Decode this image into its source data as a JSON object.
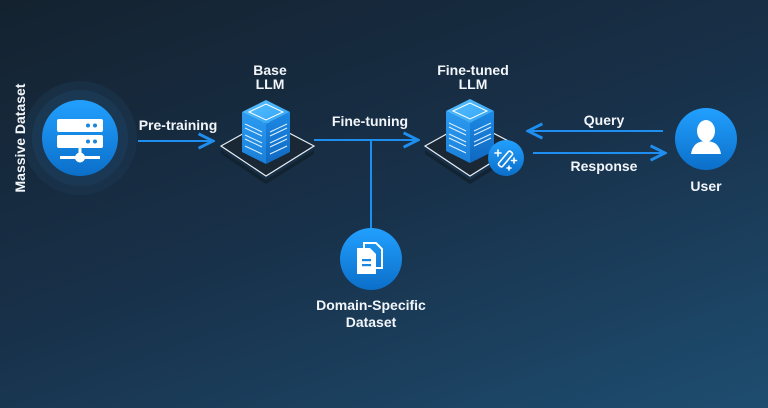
{
  "diagram": {
    "nodes": {
      "massive_dataset": {
        "label": "Massive Dataset",
        "icon": "server-network-icon"
      },
      "base_llm": {
        "label_line1": "Base",
        "label_line2": "LLM",
        "icon": "server-stack-icon"
      },
      "fine_tuned_llm": {
        "label_line1": "Fine-tuned",
        "label_line2": "LLM",
        "icon": "server-stack-icon",
        "badge_icon": "magic-wand-icon"
      },
      "domain_dataset": {
        "label_line1": "Domain-Specific",
        "label_line2": "Dataset",
        "icon": "documents-icon"
      },
      "user": {
        "label": "User",
        "icon": "user-icon"
      }
    },
    "edges": {
      "pretraining": "Pre-training",
      "finetuning": "Fine-tuning",
      "query": "Query",
      "response": "Response"
    },
    "colors": {
      "accent": "#1e8ff0",
      "accent_light": "#4fb1ff",
      "background_dark": "#14222f",
      "background_light": "#1e4d70"
    }
  }
}
